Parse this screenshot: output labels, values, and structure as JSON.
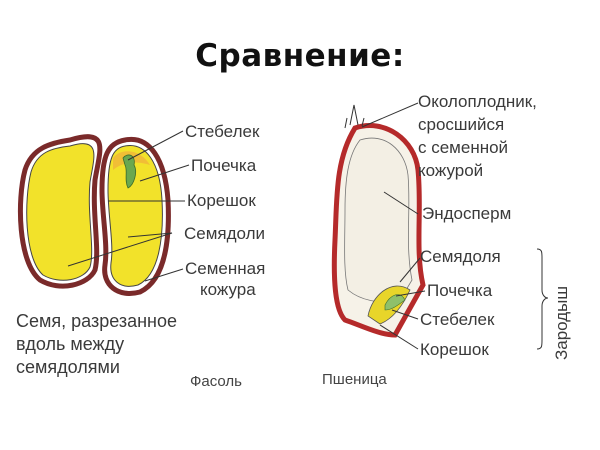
{
  "title": "Сравнение:",
  "bean": {
    "name": "Фасоль",
    "labels": [
      "Стебелек",
      "Почечка",
      "Корешок",
      "Семядоли",
      "Семенная",
      "кожура"
    ],
    "caption": [
      "Семя, разрезанное",
      "вдоль между",
      "семядолями"
    ]
  },
  "wheat": {
    "name": "Пшеница",
    "labels": [
      "Околоплодник,",
      "сросшийся",
      "с семенной",
      "кожурой",
      "Эндосперм",
      "Семядоля",
      "Почечка",
      "Стебелек",
      "Корешок"
    ],
    "bracket_label": "Зародыш"
  },
  "colors": {
    "seed_fill": "#f2e22a",
    "coat": "#7a2a2a",
    "wheat_coat": "#b52a2a",
    "endosperm": "#f6f2e8",
    "germ_green": "#6aa84f"
  }
}
